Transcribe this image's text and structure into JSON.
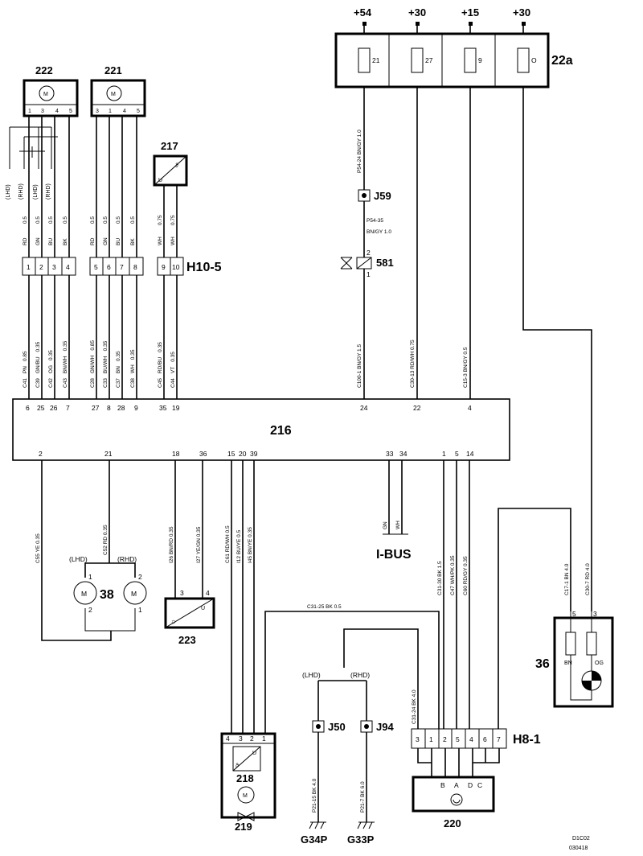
{
  "components": {
    "c216": "216",
    "c222": "222",
    "c221": "221",
    "c217": "217",
    "c22a": "22a",
    "c581": "581",
    "c38": "38",
    "c223": "223",
    "c218": "218",
    "c219": "219",
    "c220": "220",
    "c36": "36",
    "h105": "H10-5",
    "h81": "H8-1",
    "j59": "J59",
    "j50": "J50",
    "j94": "J94",
    "g34p": "G34P",
    "g33p": "G33P",
    "ibus": "I-BUS"
  },
  "supplies": [
    "+54",
    "+30",
    "+15",
    "+30"
  ],
  "fuses": [
    "21",
    "27",
    "9",
    "O"
  ],
  "variants": {
    "lhd": "(LHD)",
    "rhd": "(RHD)"
  },
  "h105_pins": [
    "1",
    "2",
    "3",
    "4",
    "5",
    "6",
    "7",
    "8",
    "9",
    "10"
  ],
  "h81_pins": [
    "3",
    "1",
    "2",
    "5",
    "4",
    "6",
    "7"
  ],
  "c220_pins": [
    "B",
    "A",
    "D",
    "C"
  ],
  "top_wires": [
    {
      "color": "RD",
      "size": "0.5"
    },
    {
      "color": "GN",
      "size": "0.5"
    },
    {
      "color": "BU",
      "size": "0.5"
    },
    {
      "color": "BK",
      "size": "0.5"
    },
    {
      "color": "RD",
      "size": "0.5"
    },
    {
      "color": "GN",
      "size": "0.5"
    },
    {
      "color": "BU",
      "size": "0.5"
    },
    {
      "color": "BK",
      "size": "0.5"
    },
    {
      "color": "WH",
      "size": "0.75"
    },
    {
      "color": "WH",
      "size": "0.75"
    }
  ],
  "mid_wires": [
    {
      "code": "C41",
      "color": "PN",
      "size": "0.85",
      "pin": "6"
    },
    {
      "code": "C39",
      "color": "GN/BU",
      "size": "0.35",
      "pin": "25"
    },
    {
      "code": "C42",
      "color": "OG",
      "size": "0.35",
      "pin": "26"
    },
    {
      "code": "C43",
      "color": "BN/WH",
      "size": "0.35",
      "pin": "7"
    },
    {
      "code": "C28",
      "color": "GN/WH",
      "size": "0.85",
      "pin": "27"
    },
    {
      "code": "C33",
      "color": "BU/WH",
      "size": "0.35",
      "pin": "8"
    },
    {
      "code": "C37",
      "color": "BN",
      "size": "0.35",
      "pin": "28"
    },
    {
      "code": "C38",
      "color": "WH",
      "size": "0.35",
      "pin": "9"
    },
    {
      "code": "C45",
      "color": "RD/BU",
      "size": "0.35",
      "pin": "35"
    },
    {
      "code": "C44",
      "color": "VT",
      "size": "0.35",
      "pin": "19"
    }
  ],
  "power_wires": {
    "w54a": "P54-24  BN/GY  1.0",
    "w54b": "P54-35",
    "w54c": "BN/GY    1.0",
    "w54d": "C100-1  BN/GY  1.5",
    "w30": "C30-13  RD/WH  0.75",
    "w15": "C15-3  BN/GY  0.5"
  },
  "ecu_top_pins": [
    "24",
    "22",
    "4"
  ],
  "ecu_bottom_pins": [
    "2",
    "21",
    "18",
    "36",
    "15",
    "20",
    "39",
    "33",
    "34",
    "1",
    "5",
    "14"
  ],
  "bottom_wires": {
    "c55": "C55  YE  0.35",
    "c52": "C52  RD  0.35",
    "i26": "I26  BN/RD  0.35",
    "i27": "I27  YE/GN  0.35",
    "c61": "C61  RD/WH  0.5",
    "i12": "I12  BU/YE  0.5",
    "i45": "I45  BN/YE  0.35",
    "gn": "GN",
    "wh": "WH",
    "c31": "C31-30  BK  1.5",
    "c47": "C47  WH/PK  0.35",
    "c60": "C60  RD/GY  0.35",
    "c17": "C17-1  BN  4.0",
    "c30": "C30-7  RD  4.0",
    "c3125": "C31-25  BK  0.5",
    "c3124": "C31-24  BK  4.0",
    "p2115": "P21-15  BK  4.0",
    "p217": "P21-7  BK  6.0",
    "bn": "BN",
    "og": "OG"
  },
  "pins": {
    "p222": [
      "1",
      "3",
      "4",
      "5"
    ],
    "p221": [
      "3",
      "1",
      "4",
      "5"
    ],
    "p38": [
      "1",
      "2",
      "2",
      "1"
    ],
    "p223": [
      "3",
      "4"
    ],
    "p218": [
      "4",
      "3",
      "2",
      "1"
    ],
    "p36": [
      "5",
      "3"
    ],
    "p581": [
      "2",
      "1"
    ]
  },
  "symbols": {
    "u": "U",
    "theta": "ϑ",
    "m": "M"
  },
  "footer": [
    "D1C02",
    "030418"
  ]
}
